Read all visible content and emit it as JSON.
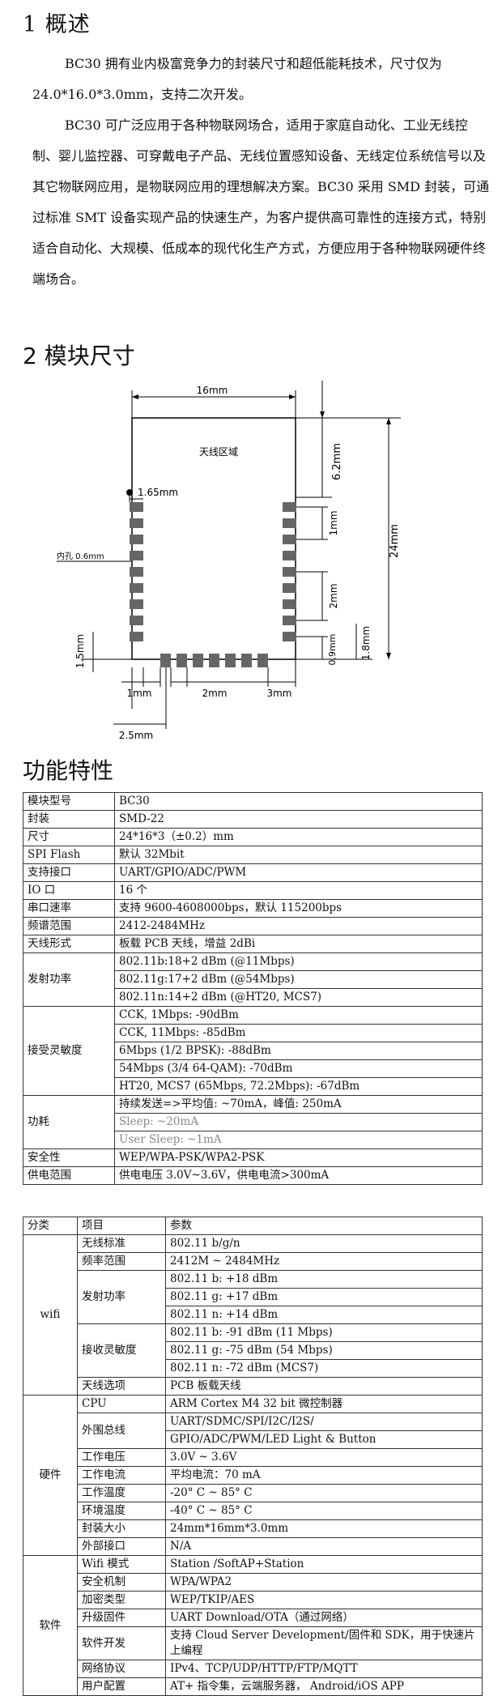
{
  "overview": {
    "heading": "1 概述",
    "p1": "BC30 拥有业内极富竞争力的封装尺寸和超低能耗技术，尺寸仅为 24.0*16.0*3.0mm，支持二次开发。",
    "p2": "BC30 可广泛应用于各种物联网场合，适用于家庭自动化、工业无线控制、婴儿监控器、可穿戴电子产品、无线位置感知设备、无线定位系统信号以及其它物联网应用，是物联网应用的理想解决方案。BC30 采用 SMD 封装，可通过标准 SMT 设备实现产品的快速生产，为客户提供高可靠性的连接方式，特别适合自动化、大规模、低成本的现代化生产方式，方便应用于各种物联网硬件终端场合。"
  },
  "dimensions": {
    "heading": "2 模块尺寸",
    "labels": {
      "width": "16mm",
      "antenna": "天线区域",
      "antenna_h": "6.2mm",
      "total_h": "24mm",
      "pin_w": "1.65mm",
      "hole": "内孔 0.6mm",
      "pitch_v": "1mm",
      "pitch_v2": "2mm",
      "gap_09": "0.9mm",
      "gap_18": "1.8mm",
      "left_15": "1.5mm",
      "bottom_1": "1mm",
      "bottom_2": "2mm",
      "bottom_3": "3mm",
      "bottom_25": "2.5mm"
    }
  },
  "features": {
    "heading": "功能特性",
    "table1": [
      {
        "k": "模块型号",
        "v": [
          "BC30"
        ]
      },
      {
        "k": "封装",
        "v": [
          "SMD-22"
        ]
      },
      {
        "k": "尺寸",
        "v": [
          "24*16*3（±0.2）mm"
        ]
      },
      {
        "k": "SPI Flash",
        "v": [
          "默认 32Mbit"
        ]
      },
      {
        "k": "支持接口",
        "v": [
          "UART/GPIO/ADC/PWM"
        ]
      },
      {
        "k": "IO 口",
        "v": [
          "16 个"
        ]
      },
      {
        "k": "串口速率",
        "v": [
          "支持 9600-4608000bps，默认 115200bps"
        ]
      },
      {
        "k": "频谱范围",
        "v": [
          "2412-2484MHz"
        ]
      },
      {
        "k": "天线形式",
        "v": [
          "板载 PCB 天线，增益 2dBi"
        ]
      },
      {
        "k": "发射功率",
        "v": [
          "802.11b:18+2 dBm (@11Mbps)",
          "802.11g:17+2 dBm (@54Mbps)",
          "802.11n:14+2 dBm (@HT20, MCS7)"
        ]
      },
      {
        "k": "接受灵敏度",
        "v": [
          "CCK, 1Mbps: -90dBm",
          "CCK, 11Mbps: -85dBm",
          "6Mbps (1/2 BPSK): -88dBm",
          "54Mbps (3/4 64-QAM): -70dBm",
          "HT20, MCS7 (65Mbps, 72.2Mbps): -67dBm"
        ]
      },
      {
        "k": "功耗",
        "v": [
          "持续发送=>平均值: ~70mA，峰值: 250mA",
          "Sleep: ~20mA",
          "User Sleep: ~1mA"
        ]
      },
      {
        "k": "安全性",
        "v": [
          "WEP/WPA-PSK/WPA2-PSK"
        ]
      },
      {
        "k": "供电范围",
        "v": [
          "供电电压 3.0V~3.6V，供电电流>300mA"
        ]
      }
    ],
    "table2_head": {
      "c1": "分类",
      "c2": "项目",
      "c3": "参数"
    },
    "table2": [
      {
        "cat": "wifi",
        "items": [
          {
            "k": "无线标准",
            "v": [
              "802.11 b/g/n"
            ]
          },
          {
            "k": "频率范围",
            "v": [
              "2412M ~ 2484MHz"
            ]
          },
          {
            "k": "发射功率",
            "v": [
              "802.11 b: +18 dBm",
              "802.11 g: +17 dBm",
              "802.11 n: +14 dBm"
            ]
          },
          {
            "k": "接收灵敏度",
            "v": [
              "802.11 b: -91 dBm (11 Mbps)",
              "802.11 g: -75 dBm (54 Mbps)",
              "802.11 n: -72 dBm (MCS7)"
            ]
          },
          {
            "k": "天线选项",
            "v": [
              "PCB 板载天线"
            ]
          }
        ]
      },
      {
        "cat": "硬件",
        "items": [
          {
            "k": "CPU",
            "v": [
              "ARM Cortex M4 32 bit 微控制器"
            ]
          },
          {
            "k": "外围总线",
            "v": [
              "UART/SDMC/SPI/I2C/I2S/",
              "GPIO/ADC/PWM/LED Light & Button"
            ]
          },
          {
            "k": "工作电压",
            "v": [
              "3.0V ~ 3.6V"
            ]
          },
          {
            "k": "工作电流",
            "v": [
              "平均电流：70 mA"
            ]
          },
          {
            "k": "工作温度",
            "v": [
              "-20° C ~ 85° C"
            ]
          },
          {
            "k": "环境温度",
            "v": [
              "-40° C ~ 85° C"
            ]
          },
          {
            "k": "封装大小",
            "v": [
              "24mm*16mm*3.0mm"
            ]
          },
          {
            "k": "外部接口",
            "v": [
              "N/A"
            ]
          }
        ]
      },
      {
        "cat": "软件",
        "items": [
          {
            "k": "Wifi 模式",
            "v": [
              "Station /SoftAP+Station"
            ]
          },
          {
            "k": "安全机制",
            "v": [
              "WPA/WPA2"
            ]
          },
          {
            "k": "加密类型",
            "v": [
              "WEP/TKIP/AES"
            ]
          },
          {
            "k": "升级固件",
            "v": [
              "UART Download/OTA（通过网络）"
            ]
          },
          {
            "k": "软件开发",
            "v": [
              "支持 Cloud Server Development/固件和 SDK，用于快速片上编程"
            ]
          },
          {
            "k": "网络协议",
            "v": [
              "IPv4、TCP/UDP/HTTP/FTP/MQTT"
            ]
          },
          {
            "k": "用户配置",
            "v": [
              "AT+ 指令集，云端服务器， Android/iOS APP"
            ]
          }
        ]
      }
    ]
  }
}
